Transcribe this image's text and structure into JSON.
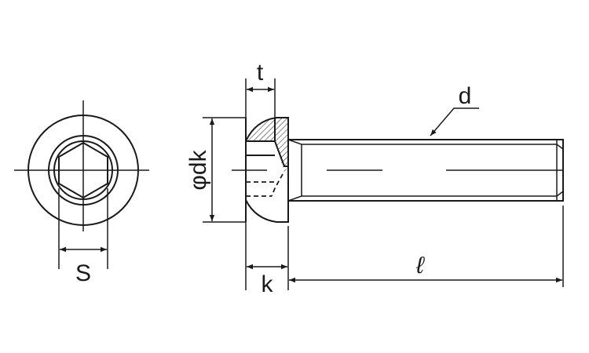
{
  "labels": {
    "s": "S",
    "t": "t",
    "dk": "φdk",
    "k": "k",
    "l": "ℓ",
    "d": "d"
  },
  "colors": {
    "line": "#1a1a1a",
    "background": "#ffffff"
  }
}
